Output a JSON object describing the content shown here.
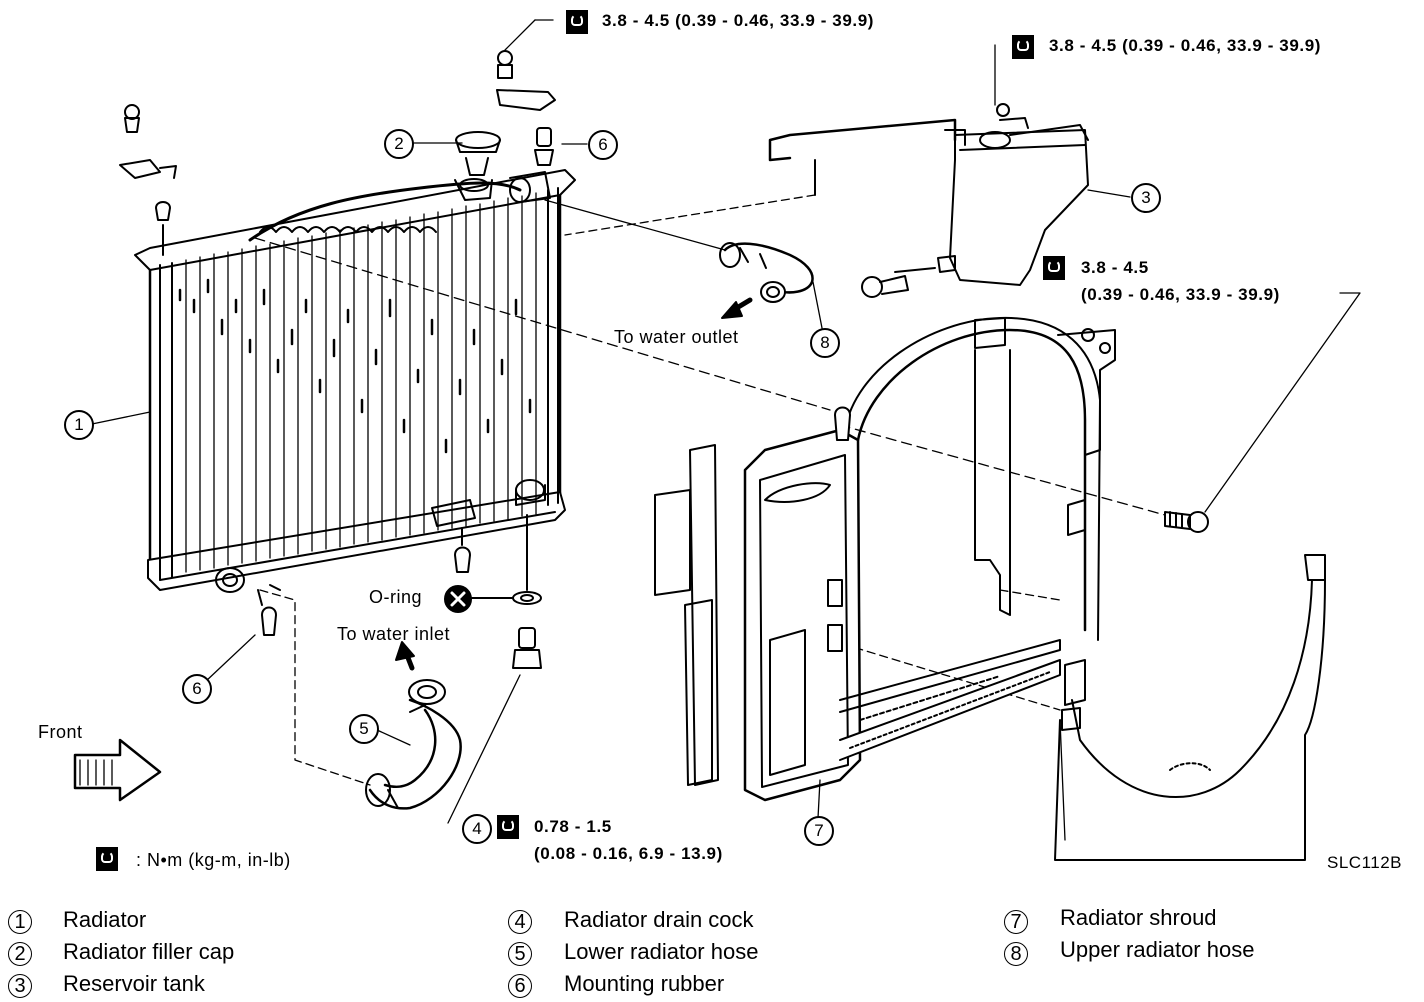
{
  "torque_specs": {
    "top_center": "3.8 - 4.5 (0.39 - 0.46, 33.9 - 39.9)",
    "top_right": "3.8 - 4.5 (0.39 - 0.46, 33.9 - 39.9)",
    "right_line1": "3.8 - 4.5",
    "right_line2": "(0.39 - 0.46, 33.9 - 39.9)",
    "drain_line1": "0.78 - 1.5",
    "drain_line2": "(0.08 - 0.16, 6.9 - 13.9)"
  },
  "labels": {
    "to_water_outlet": "To water outlet",
    "to_water_inlet": "To water inlet",
    "o_ring": "O-ring",
    "front": "Front",
    "units": ": N•m (kg-m, in-lb)",
    "figure_id": "SLC112B"
  },
  "callouts": [
    "1",
    "2",
    "3",
    "4",
    "5",
    "6",
    "6",
    "7",
    "8"
  ],
  "legend": [
    {
      "num": "1",
      "text": "Radiator"
    },
    {
      "num": "2",
      "text": "Radiator filler cap"
    },
    {
      "num": "3",
      "text": "Reservoir tank"
    },
    {
      "num": "4",
      "text": "Radiator drain cock"
    },
    {
      "num": "5",
      "text": "Lower radiator hose"
    },
    {
      "num": "6",
      "text": "Mounting rubber"
    },
    {
      "num": "7",
      "text": "Radiator shroud"
    },
    {
      "num": "8",
      "text": "Upper radiator hose"
    }
  ]
}
